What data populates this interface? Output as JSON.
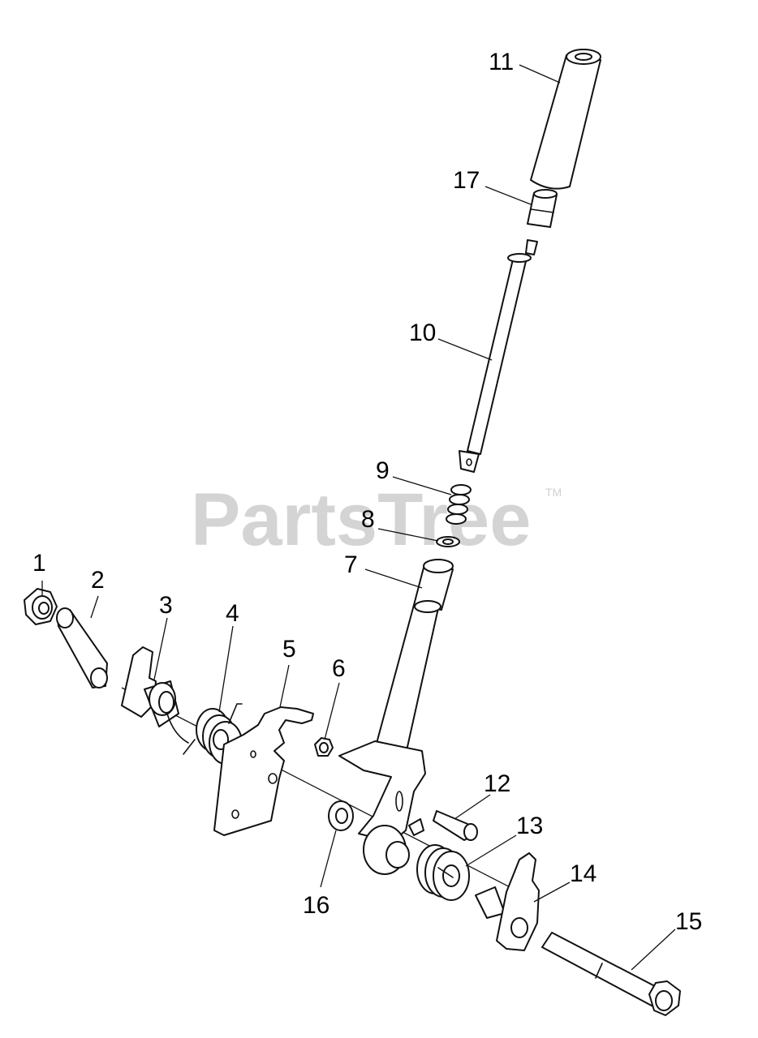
{
  "watermark": {
    "text": "PartsTree",
    "tm": "TM"
  },
  "callouts": [
    {
      "id": "1",
      "text": "1"
    },
    {
      "id": "2",
      "text": "2"
    },
    {
      "id": "3",
      "text": "3"
    },
    {
      "id": "4",
      "text": "4"
    },
    {
      "id": "5",
      "text": "5"
    },
    {
      "id": "6",
      "text": "6"
    },
    {
      "id": "7",
      "text": "7"
    },
    {
      "id": "8",
      "text": "8"
    },
    {
      "id": "9",
      "text": "9"
    },
    {
      "id": "10",
      "text": "10"
    },
    {
      "id": "11",
      "text": "11"
    },
    {
      "id": "12",
      "text": "12"
    },
    {
      "id": "13",
      "text": "13"
    },
    {
      "id": "14",
      "text": "14"
    },
    {
      "id": "15",
      "text": "15"
    },
    {
      "id": "16",
      "text": "16"
    },
    {
      "id": "17",
      "text": "17"
    }
  ]
}
